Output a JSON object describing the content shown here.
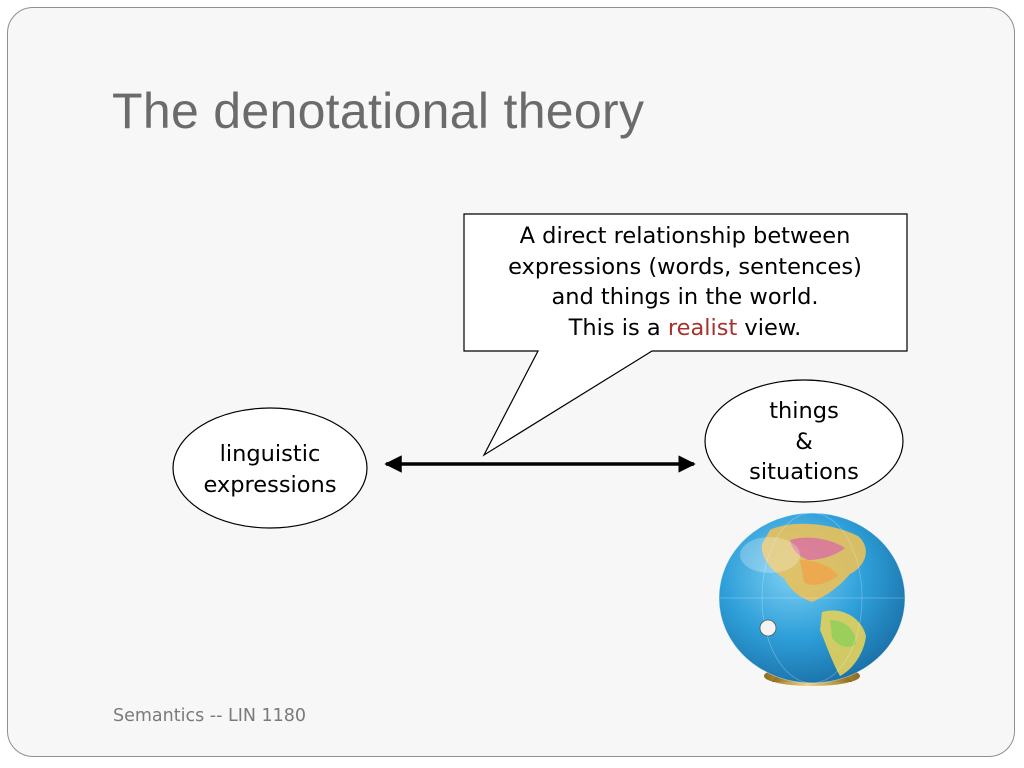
{
  "slide": {
    "title": "The denotational theory",
    "footer": "Semantics -- LIN 1180"
  },
  "callout": {
    "line1": "A direct relationship between",
    "line2": "expressions (words, sentences)",
    "line3": "and things in the world.",
    "line4_before": "This is a ",
    "line4_highlight": "realist",
    "line4_after": " view."
  },
  "left_node": {
    "line1": "linguistic",
    "line2": "expressions"
  },
  "right_node": {
    "line1": "things",
    "line2": "&",
    "line3": "situations"
  },
  "colors": {
    "title": "#6b6b6b",
    "highlight": "#a8322b",
    "footer": "#7a7a7a",
    "globe_ocean": "#2e9fd9",
    "globe_stand": "#c9a441"
  },
  "icons": {
    "globe": "globe-icon",
    "arrow": "double-headed-arrow"
  }
}
